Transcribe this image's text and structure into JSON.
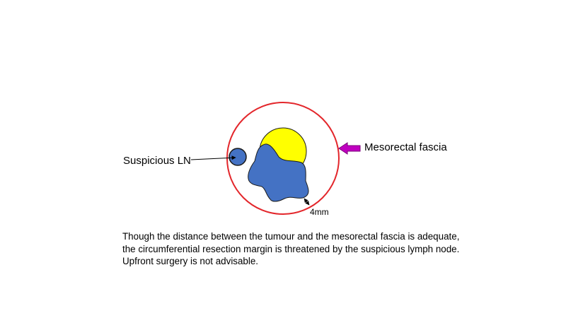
{
  "labels": {
    "lymph_node": "Suspicious LN",
    "fascia": "Mesorectal fascia",
    "distance": "4mm"
  },
  "caption": {
    "lines": [
      "Though the distance between the tumour and the mesorectal fascia is adequate,",
      "the circumferential resection margin is threatened by the suspicious lymph node.",
      "Upfront surgery is not advisable."
    ]
  },
  "colors": {
    "fascia_ring": "#e3262b",
    "tumour": "#4472c4",
    "yellow_region": "#ffff00",
    "outline": "#1a1a1a",
    "arrow": "#c000c0",
    "text": "#000000",
    "background": "#ffffff"
  }
}
